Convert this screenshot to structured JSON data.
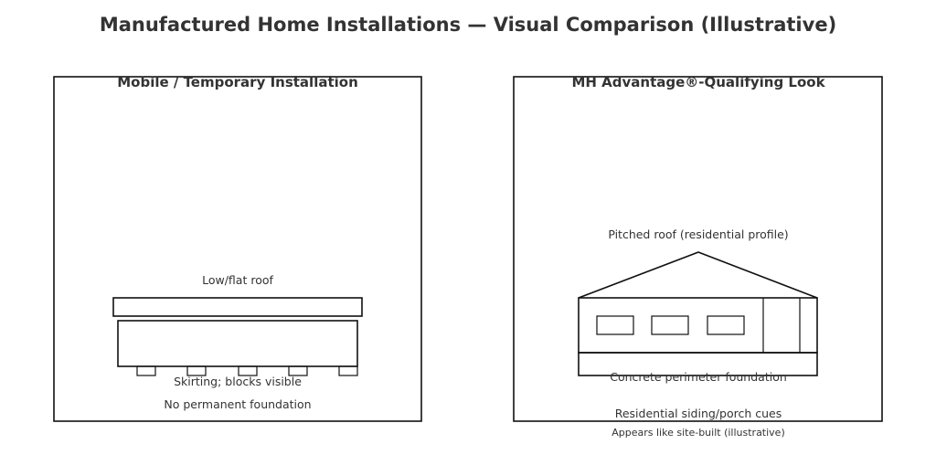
{
  "title": "Manufactured Home Installations — Visual Comparison (Illustrative)",
  "left_panel": {
    "title": "Mobile / Temporary Installation",
    "labels": {
      "roof": "Low/flat roof",
      "skirting": "Skirting; blocks visible",
      "foundation": "No permanent foundation"
    }
  },
  "right_panel": {
    "title": "MH Advantage®-Qualifying Look",
    "labels": {
      "roof": "Pitched roof (residential profile)",
      "foundation": "Concrete perimeter foundation",
      "siding": "Residential siding/porch cues",
      "note": "Appears like site-built (illustrative)"
    }
  }
}
